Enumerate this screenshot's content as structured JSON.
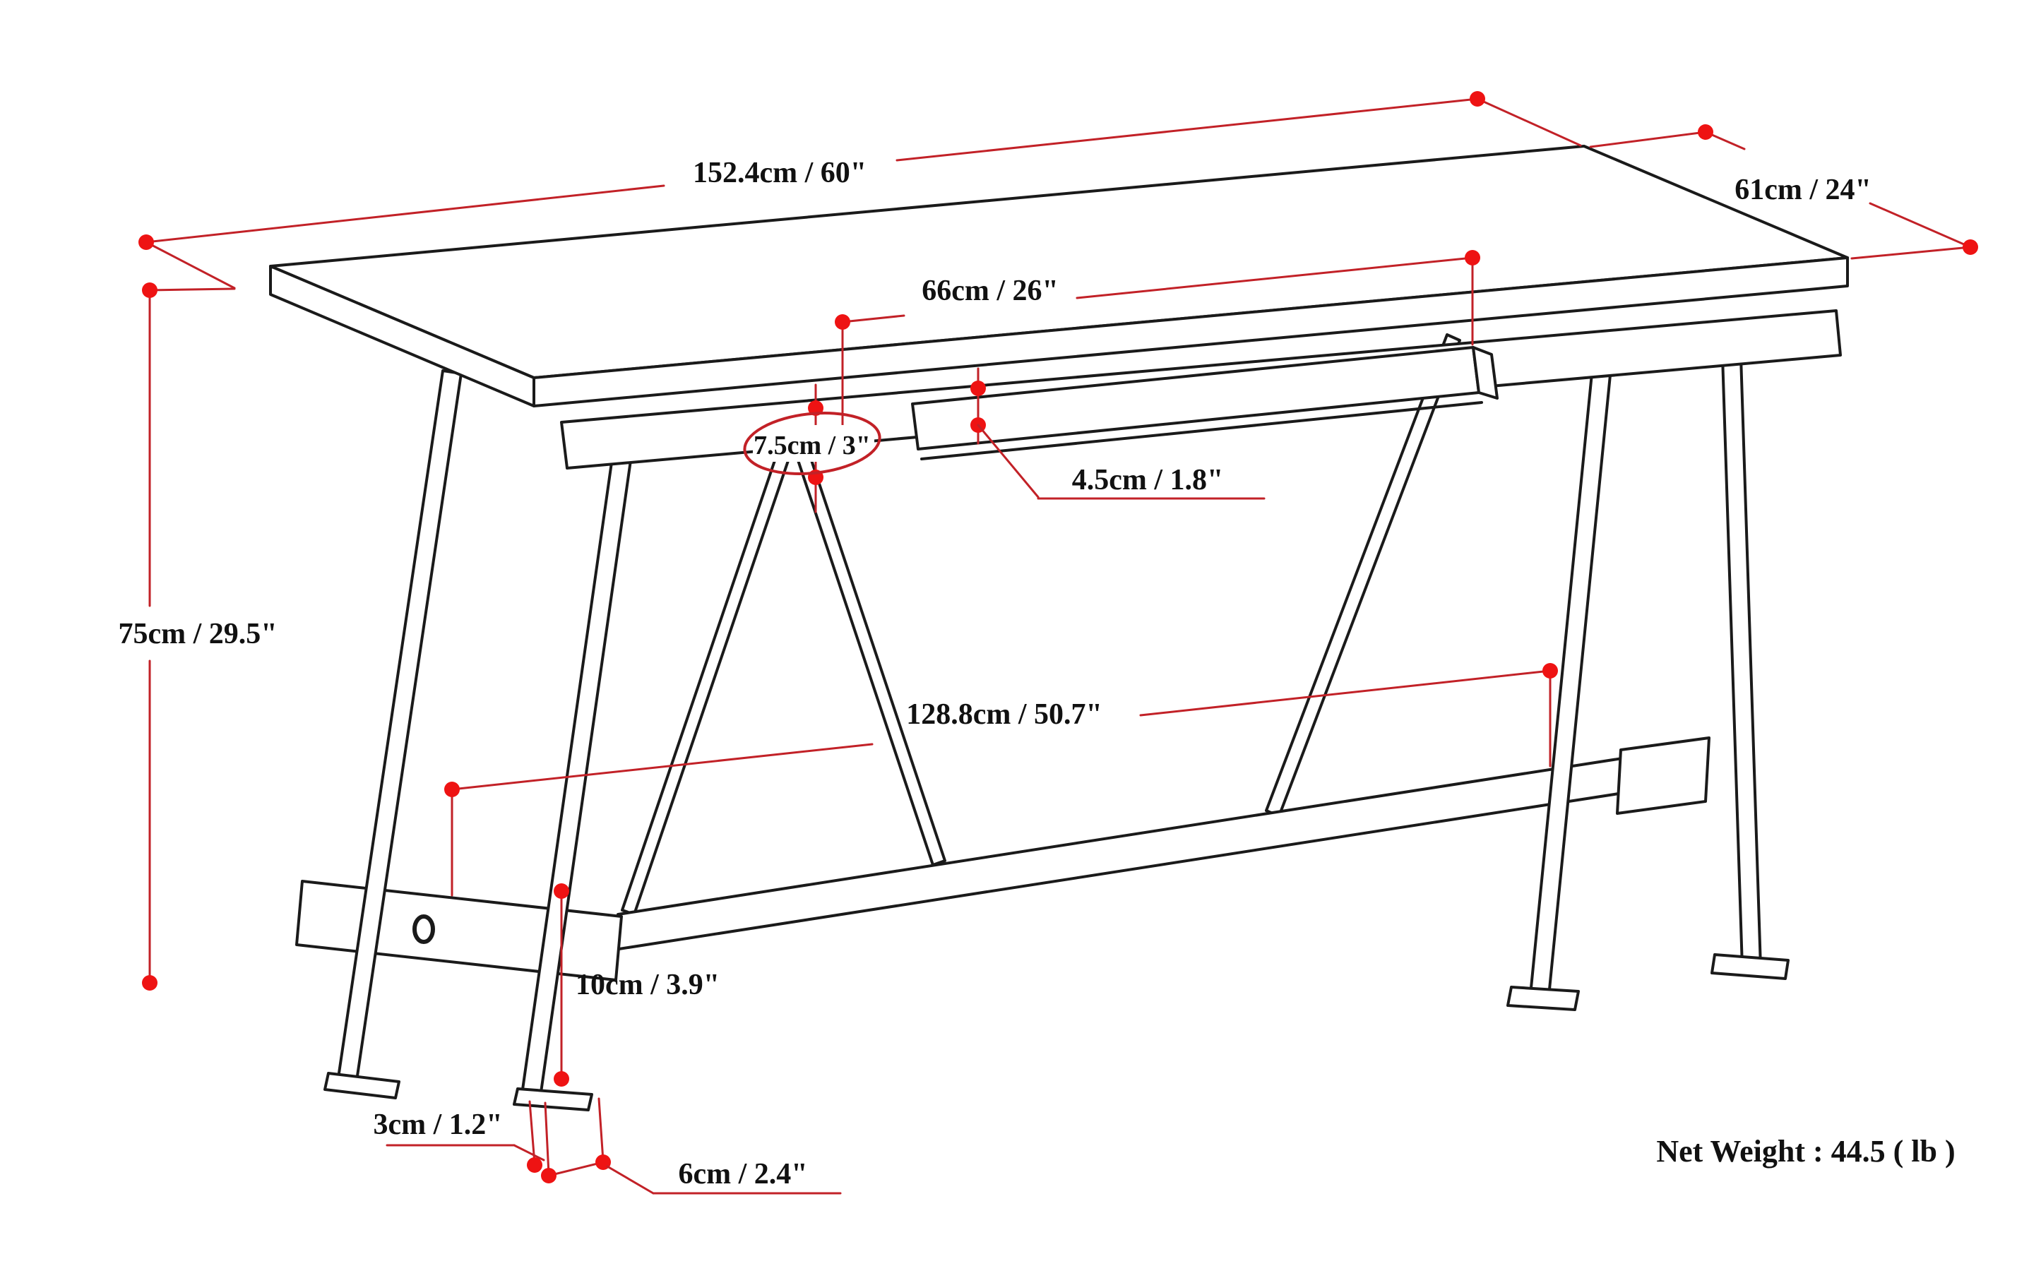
{
  "diagram": {
    "type": "furniture-dimension-diagram",
    "subject": "trestle desk with single drawer, isometric line drawing",
    "units": [
      "cm",
      "inch"
    ],
    "annotations": {
      "top_length": "152.4cm / 60\"",
      "top_depth": "61cm / 24\"",
      "drawer_width": "66cm / 26\"",
      "apron_height": "7.5cm / 3\"",
      "drawer_front_height": "4.5cm / 1.8\"",
      "overall_height": "75cm / 29.5\"",
      "stretcher_length": "128.8cm / 50.7\"",
      "stretcher_height": "10cm / 3.9\"",
      "top_thickness": "3cm / 1.2\"",
      "foot_length": "6cm / 2.4\"",
      "net_weight": "Net Weight : 44.5 ( lb )"
    },
    "colors": {
      "dimension_line": "#c22127",
      "dimension_dot": "#ee1313",
      "structure_line": "#1a1a1a",
      "background": "#ffffff",
      "text": "#111111"
    }
  }
}
